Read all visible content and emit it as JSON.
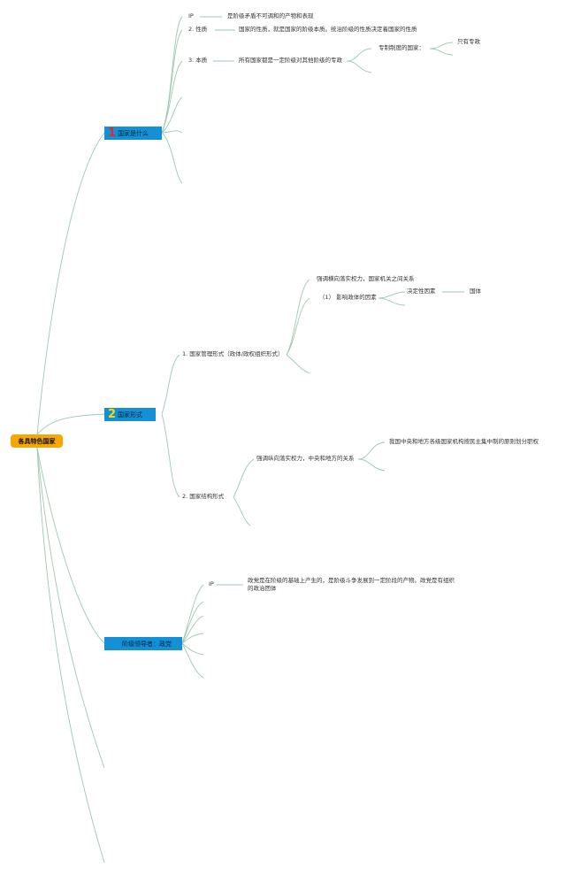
{
  "root": {
    "label": "各具特色国家"
  },
  "branches": [
    {
      "number": "1",
      "label": "国家是什么",
      "children": [
        {
          "label": "IP",
          "detail": "是阶级矛盾不可调和的产物和表现"
        },
        {
          "label": "2. 性质",
          "detail": "国家的性质，就是国家的阶级本质。统治阶级的性质决定着国家的性质"
        },
        {
          "label": "3. 本质",
          "detail": "所有国家都是一定阶级对其他阶级的专政",
          "sub": {
            "label": "专制制度的国家：",
            "leaf": "只有专政"
          }
        }
      ]
    },
    {
      "number": "2",
      "label": "国家形式",
      "children": [
        {
          "label": "1. 国家管理形式（政体/政权组织形式）",
          "items": [
            "强调横向落实权力，国家机关之间关系",
            {
              "label": "（1） 影响政体的因素",
              "sub": "决定性因素",
              "leaf": "国体"
            }
          ]
        },
        {
          "label": "2. 国家结构形式",
          "items": [
            {
              "label": "强调纵向落实权力，中央和地方的关系",
              "leaf": "我国中央和地方各级国家机构按民主集中制的原则划分职权"
            }
          ]
        }
      ]
    },
    {
      "number": "",
      "label": "阶级领导者：政党",
      "children": [
        {
          "label": "IP",
          "detail": "政党是在阶级的基础上产生的，是阶级斗争发展到一定阶段的产物。政党是有组织的政治团体"
        }
      ]
    }
  ]
}
